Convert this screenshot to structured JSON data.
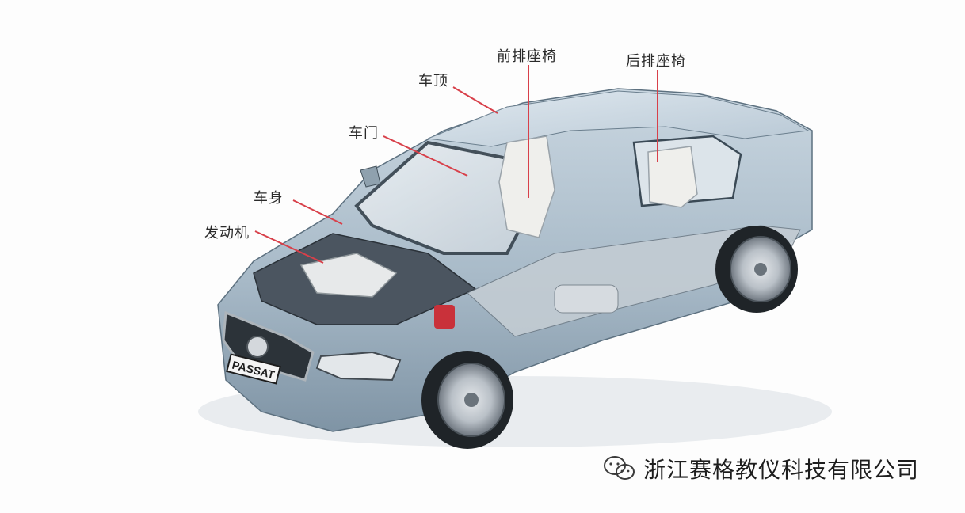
{
  "callouts": {
    "roof": "车顶",
    "front_seat": "前排座椅",
    "rear_seat": "后排座椅",
    "door": "车门",
    "body": "车身",
    "engine": "发动机"
  },
  "plate": "PASSAT",
  "watermark": {
    "icon": "wechat-icon",
    "text": "浙江赛格教仪科技有限公司"
  },
  "colors": {
    "callout_line": "#d8404a",
    "body_paint": "#aebfcc"
  }
}
